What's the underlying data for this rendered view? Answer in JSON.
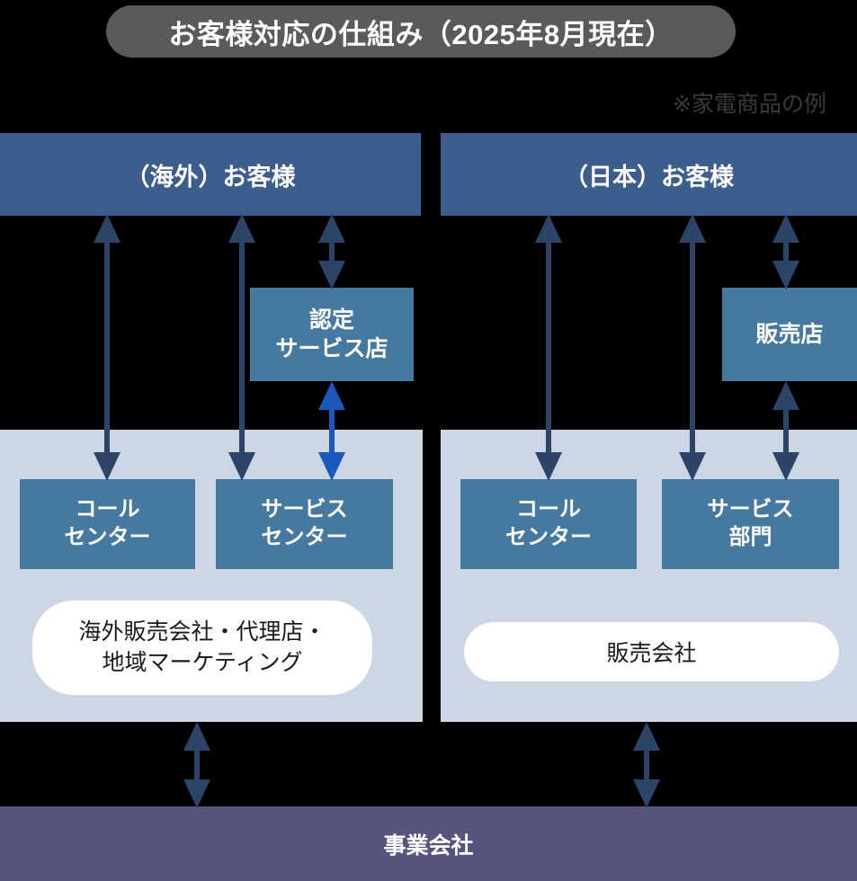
{
  "title": "お客様対応の仕組み（2025年8月現在）",
  "subtitle_note": "※家電商品の例",
  "colors": {
    "background": "#000000",
    "title_pill": "#5a5a5a",
    "header_blue": "#3b5e8c",
    "box_blue": "#45799f",
    "panel_bg": "#ccd6e4",
    "pill_white": "#ffffff",
    "company_bar": "#56537c",
    "arrow_navy": "#2b4468",
    "arrow_blue": "#1c58bb"
  },
  "columns": [
    {
      "key": "overseas",
      "header": "（海外）お客様",
      "mid_box": "認定\nサービス店",
      "units": [
        "コール\nセンター",
        "サービス\nセンター"
      ],
      "pill": "海外販売会社・代理店・\n地域マーケティング"
    },
    {
      "key": "japan",
      "header": "（日本）お客様",
      "mid_box": "販売店",
      "units": [
        "コール\nセンター",
        "サービス\n部門"
      ],
      "pill": "販売会社"
    }
  ],
  "company_bar": "事業会社",
  "arrows": {
    "left_customer_to_callcenter": "双方向矢印",
    "left_customer_to_servicecenter": "双方向矢印",
    "left_customer_to_certified_shop": "双方向矢印",
    "left_certified_shop_to_servicecenter": "双方向矢印（青）",
    "right_customer_to_callcenter": "双方向矢印",
    "right_customer_to_servicedept": "双方向矢印",
    "right_customer_to_shop": "双方向矢印",
    "right_shop_to_servicedept": "双方向矢印",
    "left_panel_to_company": "双方向矢印",
    "right_panel_to_company": "双方向矢印"
  }
}
